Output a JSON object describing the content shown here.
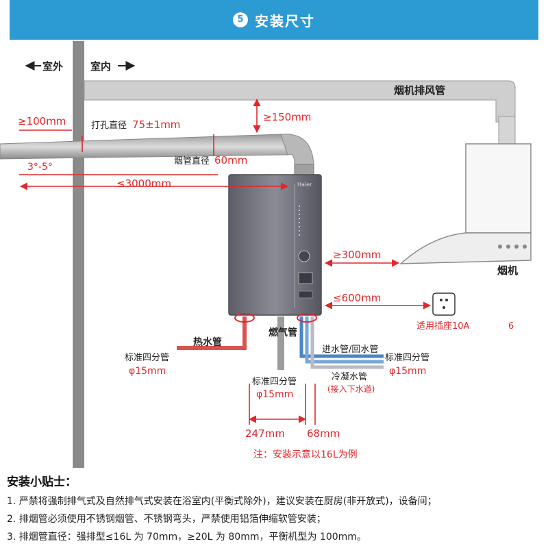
{
  "header": {
    "step": "5",
    "title": "安装尺寸"
  },
  "wall": {
    "outdoor": "室外",
    "indoor": "室内"
  },
  "labels": {
    "hood_exhaust_pipe": "烟机排风管",
    "dim_100": "≥100mm",
    "hole_diameter_prefix": "打孔直径",
    "hole_diameter_value": "75±1mm",
    "dim_150": "≥150mm",
    "slope": "3°-5°",
    "flue_diameter_prefix": "烟管直径",
    "flue_diameter_value": "60mm",
    "dim_3000": "≤3000mm",
    "brand": "Haier",
    "dim_300": "≥300mm",
    "range_hood": "烟机",
    "dim_600": "≤600mm",
    "socket": "适用插座10A",
    "socket_side_num": "6",
    "hot_pipe": "热水管",
    "gas_pipe": "燃气管",
    "inlet_return_pipe": "进水管/回水管",
    "std_left": "标准四分管",
    "std_left_dia": "φ15mm",
    "std_mid": "标准四分管",
    "std_mid_dia": "φ15mm",
    "std_right": "标准四分管",
    "std_right_dia": "φ15mm",
    "condensate": "冷凝水管",
    "condensate_note": "(接入下水道)",
    "dim_247": "247mm",
    "dim_68": "68mm",
    "note": "注：安装示意以16L为例"
  },
  "tips": {
    "title": "安装小贴士：",
    "items": [
      "1. 严禁将强制排气式及自然排气式安装在浴室内(平衡式除外)，建议安装在厨房(非开放式)，设备间；",
      "2. 排烟管必须使用不锈钢烟管、不锈钢弯头，严禁使用铝箔伸缩软管安装；",
      "3. 排烟管直径：强排型≤16L 为 70mm，≥20L 为 80mm，平衡机型为 100mm。"
    ]
  },
  "colors": {
    "header": "#2d9bd3",
    "wall": "#8a8a8a",
    "dimension_red": "#e3262a",
    "heater_body": "#6e6e78",
    "hot_pipe": "#d9534f",
    "cold_pipe_blue": "#4a86c8"
  }
}
